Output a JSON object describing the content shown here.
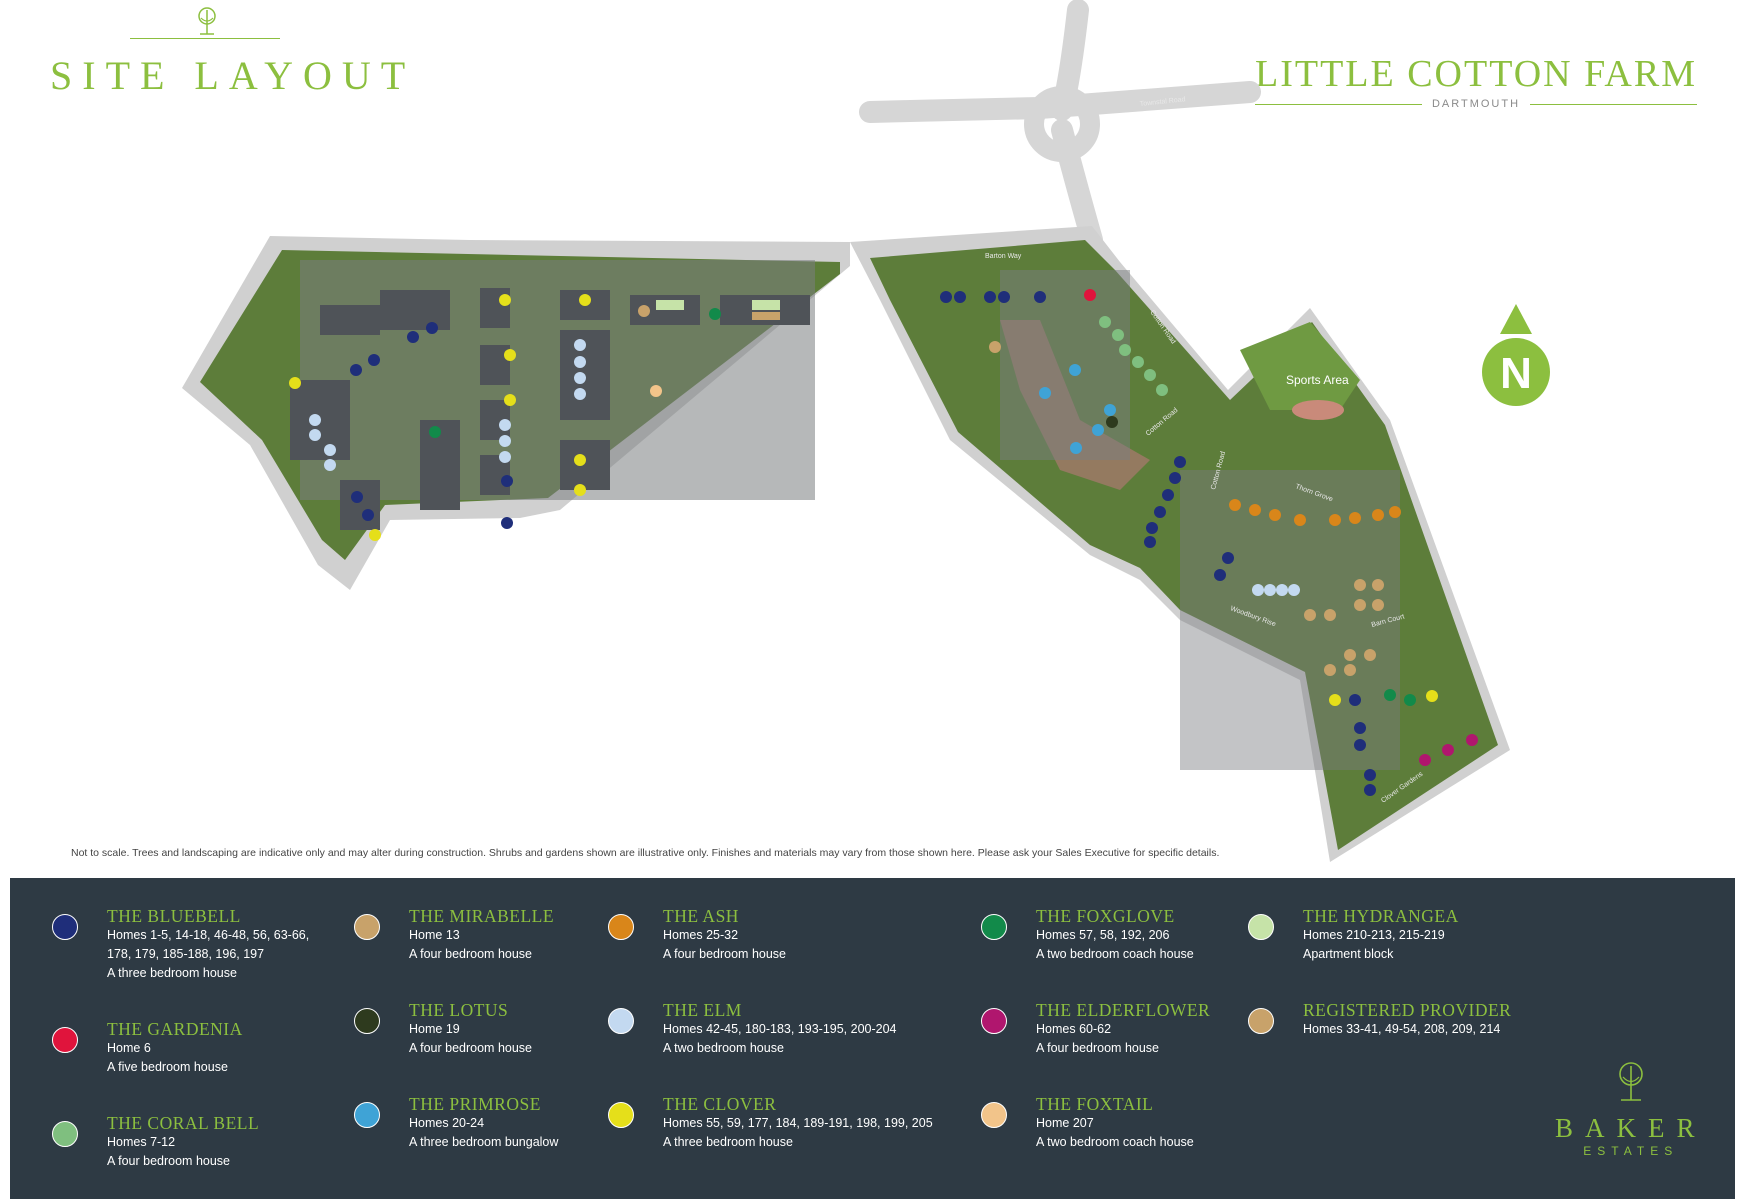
{
  "header": {
    "title": "SITE LAYOUT",
    "brand_name": "LITTLE COTTON FARM",
    "brand_location": "DARTMOUTH"
  },
  "map": {
    "streets": {
      "townstal_road": "Townstal Road",
      "barton_way": "Barton Way",
      "cotton_road_1": "Cotton Road",
      "cotton_road_2": "Cotton Road",
      "cotton_road_3": "Cotton Road",
      "thorn_grove": "Thorn Grove",
      "woodbury_rise": "Woodbury Rise",
      "barn_court": "Barn Court",
      "clover_gardens": "Clover Gardens"
    },
    "sports_area": "Sports Area",
    "north_marker": "N"
  },
  "disclaimer": "Not to scale. Trees and landscaping are indicative only and may alter during construction. Shrubs and gardens shown are illustrative only. Finishes and materials may vary from those shown here. Please ask your Sales Executive for specific details.",
  "legend": {
    "items": [
      {
        "name": "THE BLUEBELL",
        "lines": [
          "Homes 1-5, 14-18, 46-48, 56, 63-66,",
          "178, 179, 185-188, 196, 197",
          "A three bedroom house"
        ],
        "color": "#1f2e7a"
      },
      {
        "name": "THE GARDENIA",
        "lines": [
          "Home 6",
          "A five bedroom house"
        ],
        "color": "#e0143c"
      },
      {
        "name": "THE CORAL BELL",
        "lines": [
          "Homes 7-12",
          "A four bedroom house"
        ],
        "color": "#7fbf7f"
      },
      {
        "name": "THE MIRABELLE",
        "lines": [
          "Home 13",
          "A four bedroom house"
        ],
        "color": "#c8a26a"
      },
      {
        "name": "THE LOTUS",
        "lines": [
          "Home 19",
          "A four bedroom house"
        ],
        "color": "#2e3a1e"
      },
      {
        "name": "THE PRIMROSE",
        "lines": [
          "Homes 20-24",
          "A three bedroom bungalow"
        ],
        "color": "#3fa3d6"
      },
      {
        "name": "THE ASH",
        "lines": [
          "Homes 25-32",
          "A four bedroom house"
        ],
        "color": "#d9861a"
      },
      {
        "name": "THE ELM",
        "lines": [
          "Homes 42-45, 180-183, 193-195, 200-204",
          "A two bedroom house"
        ],
        "color": "#c3d9f0"
      },
      {
        "name": "THE CLOVER",
        "lines": [
          "Homes 55, 59, 177, 184, 189-191, 198, 199, 205",
          "A three bedroom house"
        ],
        "color": "#e5df1a"
      },
      {
        "name": "THE FOXGLOVE",
        "lines": [
          "Homes 57, 58, 192, 206",
          "A two bedroom coach house"
        ],
        "color": "#128a4a"
      },
      {
        "name": "THE ELDERFLOWER",
        "lines": [
          "Homes 60-62",
          "A four bedroom house"
        ],
        "color": "#b0166e"
      },
      {
        "name": "THE FOXTAIL",
        "lines": [
          "Home 207",
          "A two bedroom coach house"
        ],
        "color": "#f2c48a"
      },
      {
        "name": "THE HYDRANGEA",
        "lines": [
          "Homes 210-213, 215-219",
          "Apartment block"
        ],
        "color": "#c6e3a8"
      },
      {
        "name": "REGISTERED PROVIDER",
        "lines": [
          "Homes 33-41, 49-54, 208, 209, 214"
        ],
        "color": "#c8a26a"
      }
    ]
  },
  "footer_brand": {
    "name": "BAKER",
    "sub": "ESTATES"
  }
}
